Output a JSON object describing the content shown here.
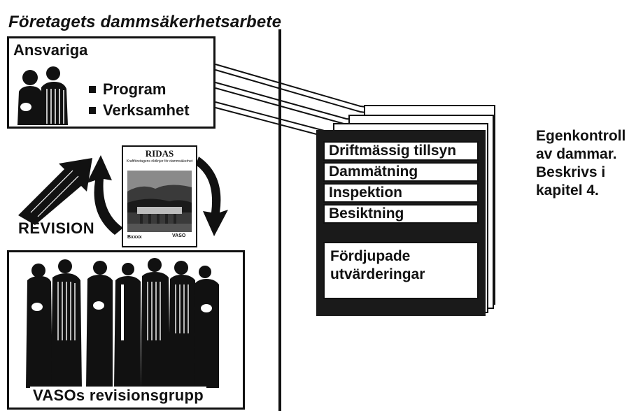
{
  "title": "Företagets dammsäkerhetsarbete",
  "ansvariga_box": {
    "heading": "Ansvariga",
    "items": [
      "Program",
      "Verksamhet"
    ]
  },
  "ridas_doc": {
    "title": "RIDAS",
    "subtitle": "Kraftföretagens riktlinjer för dammsäkerhet",
    "footer_left": "Bxxxx",
    "footer_right": "VASO"
  },
  "revision_label": "REVISION",
  "revision_group_label": "VASOs revisionsgrupp",
  "egenkontroll_stack": {
    "rows": [
      "Driftmässig tillsyn",
      "Dammätning",
      "Inspektion",
      "Besiktning"
    ],
    "lower_box_lines": [
      "Fördjupade",
      "utvärderingar"
    ]
  },
  "side_note_lines": [
    "Egenkontroll",
    "av dammar.",
    "Beskrivs i",
    "kapitel 4."
  ]
}
